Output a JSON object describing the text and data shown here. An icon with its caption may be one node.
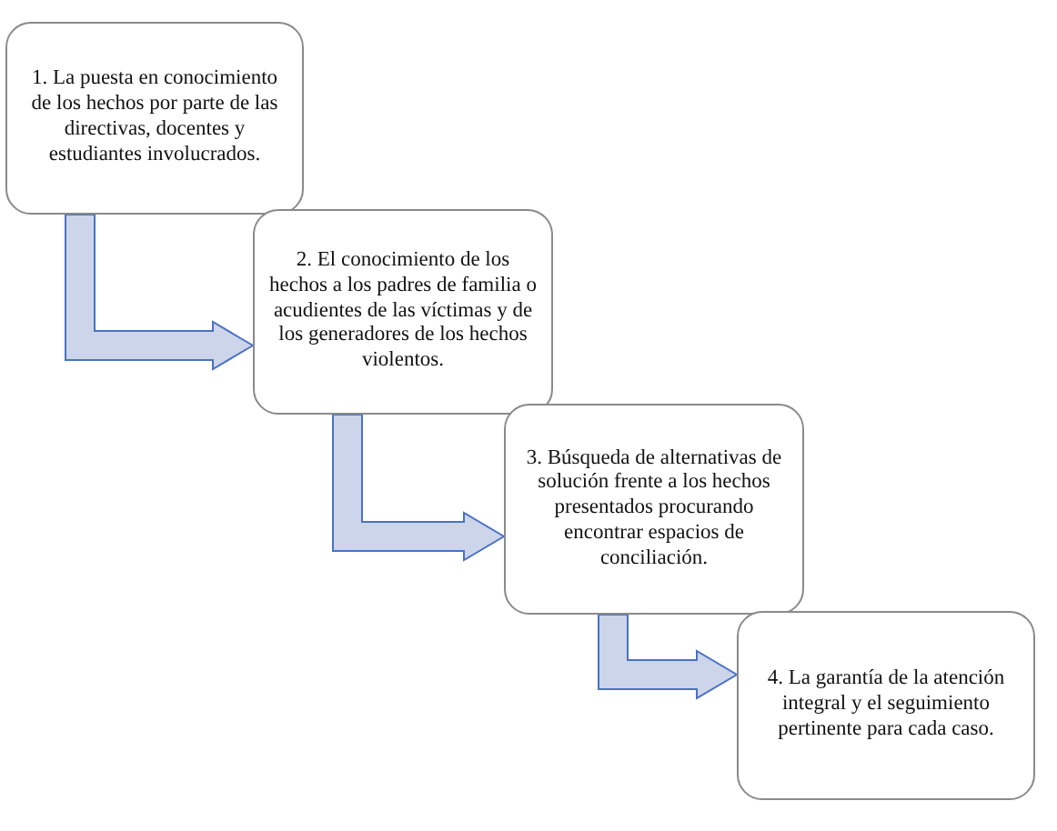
{
  "diagram": {
    "nodes": [
      {
        "text": [
          "1. La puesta en conocimiento de los hechos por parte de las directivas, docentes y estudiantes involucrados."
        ]
      },
      {
        "text": [
          "2. El conocimiento de los hechos a los padres de familia o acudientes de las víctimas y de los generadores de los hechos violentos."
        ]
      },
      {
        "text": [
          "3. Búsqueda de alternativas de solución frente a los hechos presentados procurando encontrar espacios de conciliación."
        ]
      },
      {
        "text": [
          "4. La garantía de la atención integral y el seguimiento pertinente para cada caso."
        ]
      }
    ],
    "edges": [
      {
        "from": 0,
        "to": 1,
        "arrow": "to"
      },
      {
        "from": 1,
        "to": 2,
        "arrow": "to"
      },
      {
        "from": 2,
        "to": 3,
        "arrow": "to"
      }
    ]
  }
}
